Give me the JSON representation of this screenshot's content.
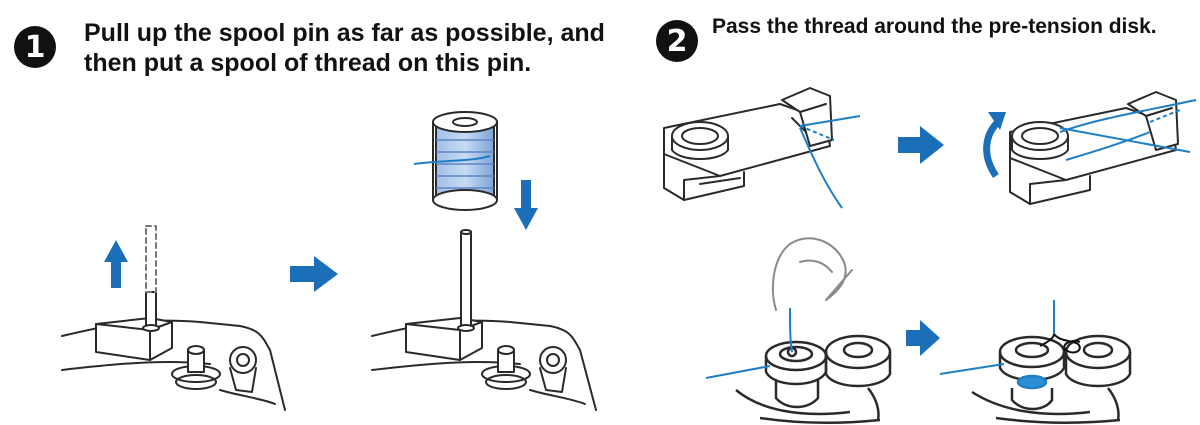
{
  "steps": [
    {
      "number": "1",
      "text": "Pull up the spool pin as far as possible, and then put a spool of thread on this pin."
    },
    {
      "number": "2",
      "text": "Pass the thread around the pre-tension disk."
    }
  ],
  "colors": {
    "accent": "#1a6fb8",
    "thread": "#1f7fc4",
    "thread_light": "#8fb3e0",
    "line": "#2a2a2a"
  },
  "icons": [
    "step-1-badge-icon",
    "step-2-badge-icon",
    "arrow-up-icon",
    "arrow-down-icon",
    "arrow-right-icon",
    "rotate-ccw-icon"
  ]
}
